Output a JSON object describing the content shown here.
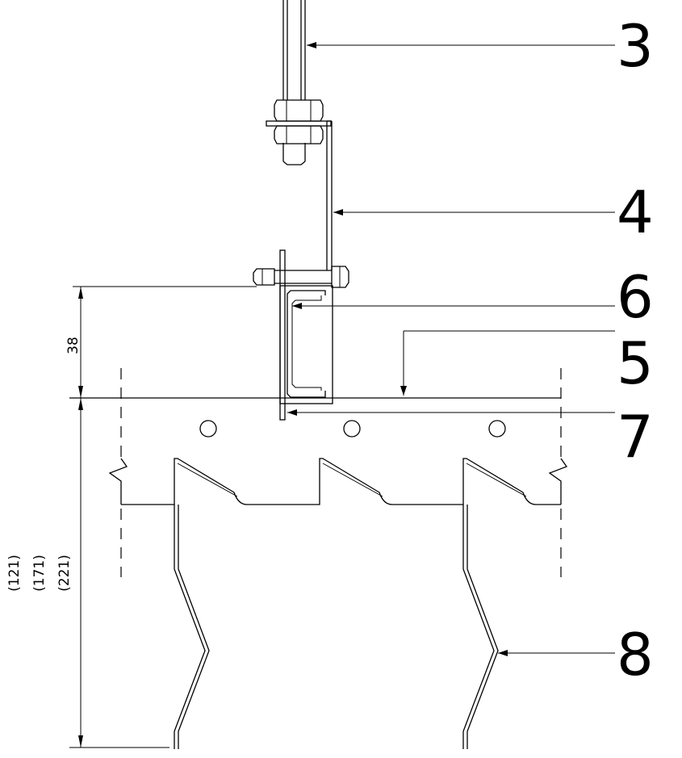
{
  "callouts": {
    "c3": "3",
    "c4": "4",
    "c6": "6",
    "c5": "5",
    "c7": "7",
    "c8": "8"
  },
  "dimensions": {
    "top_height": "38",
    "bottom_height_a": "(121)",
    "bottom_height_b": "(171)",
    "bottom_height_c": "(221)"
  }
}
